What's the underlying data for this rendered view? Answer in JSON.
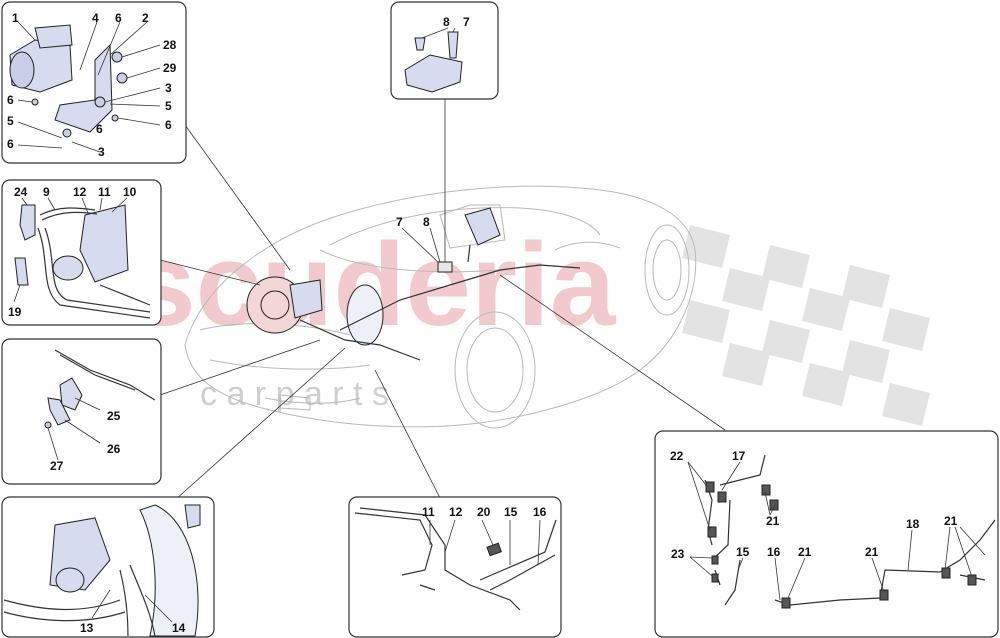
{
  "watermark": {
    "main": "scuderia",
    "sub": "c a r p a r t s"
  },
  "callouts": {
    "abs_unit": {
      "labels": [
        {
          "text": "1"
        },
        {
          "text": "4"
        },
        {
          "text": "6"
        },
        {
          "text": "2"
        },
        {
          "text": "28"
        },
        {
          "text": "29"
        },
        {
          "text": "3"
        },
        {
          "text": "5"
        },
        {
          "text": "6"
        },
        {
          "text": "6"
        },
        {
          "text": "5"
        },
        {
          "text": "6"
        },
        {
          "text": "6"
        },
        {
          "text": "3"
        }
      ]
    },
    "sensor": {
      "labels": [
        {
          "text": "8"
        },
        {
          "text": "7"
        }
      ]
    },
    "pipes_unit": {
      "labels": [
        {
          "text": "24"
        },
        {
          "text": "9"
        },
        {
          "text": "12"
        },
        {
          "text": "11"
        },
        {
          "text": "10"
        },
        {
          "text": "19"
        }
      ]
    },
    "bracket": {
      "labels": [
        {
          "text": "25"
        },
        {
          "text": "26"
        },
        {
          "text": "27"
        }
      ]
    },
    "booster": {
      "labels": [
        {
          "text": "13"
        },
        {
          "text": "14"
        }
      ]
    },
    "front_lines": {
      "labels": [
        {
          "text": "11"
        },
        {
          "text": "12"
        },
        {
          "text": "20"
        },
        {
          "text": "15"
        },
        {
          "text": "16"
        }
      ]
    },
    "rear_lines": {
      "labels": [
        {
          "text": "22"
        },
        {
          "text": "17"
        },
        {
          "text": "21"
        },
        {
          "text": "23"
        },
        {
          "text": "15"
        },
        {
          "text": "16"
        },
        {
          "text": "21"
        },
        {
          "text": "21"
        },
        {
          "text": "18"
        },
        {
          "text": "21"
        }
      ]
    },
    "car": {
      "labels": [
        {
          "text": "7"
        },
        {
          "text": "8"
        }
      ]
    }
  }
}
